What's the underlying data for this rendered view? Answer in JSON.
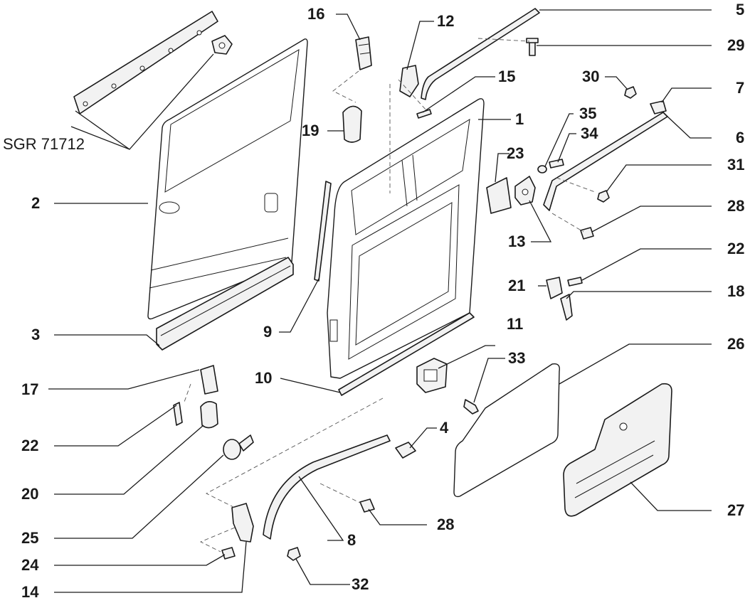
{
  "reference_label": "SGR 71712",
  "callouts": {
    "c1": "1",
    "c2": "2",
    "c3": "3",
    "c4": "4",
    "c5": "5",
    "c6": "6",
    "c7": "7",
    "c8": "8",
    "c9": "9",
    "c10": "10",
    "c11": "11",
    "c12": "12",
    "c13": "13",
    "c14": "14",
    "c15": "15",
    "c16": "16",
    "c17": "17",
    "c18": "18",
    "c19": "19",
    "c20": "20",
    "c21": "21",
    "c22a": "22",
    "c22b": "22",
    "c23": "23",
    "c24": "24",
    "c25": "25",
    "c26": "26",
    "c27": "27",
    "c28a": "28",
    "c28b": "28",
    "c29": "29",
    "c30": "30",
    "c31": "31",
    "c32": "32",
    "c33": "33",
    "c34": "34",
    "c35": "35"
  }
}
